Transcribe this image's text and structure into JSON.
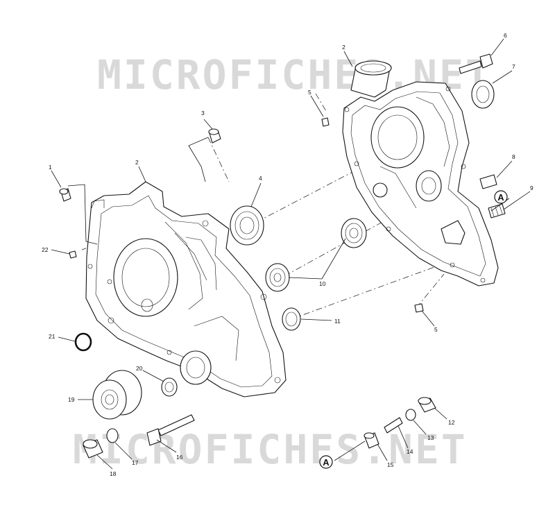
{
  "watermarks": {
    "top": "MICROFICHES.NET",
    "bottom": "MICROFICHES.NET"
  },
  "callouts": {
    "c1": "1",
    "c2_left": "2",
    "c2_top": "2",
    "c3": "3",
    "c4": "4",
    "c5_top": "5",
    "c5_bottom": "5",
    "c6": "6",
    "c7": "7",
    "c8": "8",
    "c9": "9",
    "c10": "10",
    "c11": "11",
    "c12": "12",
    "c13": "13",
    "c14": "14",
    "c15": "15",
    "c16": "16",
    "c17": "17",
    "c18": "18",
    "c19": "19",
    "c20": "20",
    "c21": "21",
    "c22": "22"
  },
  "reference_marks": {
    "a_upper": "A",
    "a_lower": "A"
  }
}
